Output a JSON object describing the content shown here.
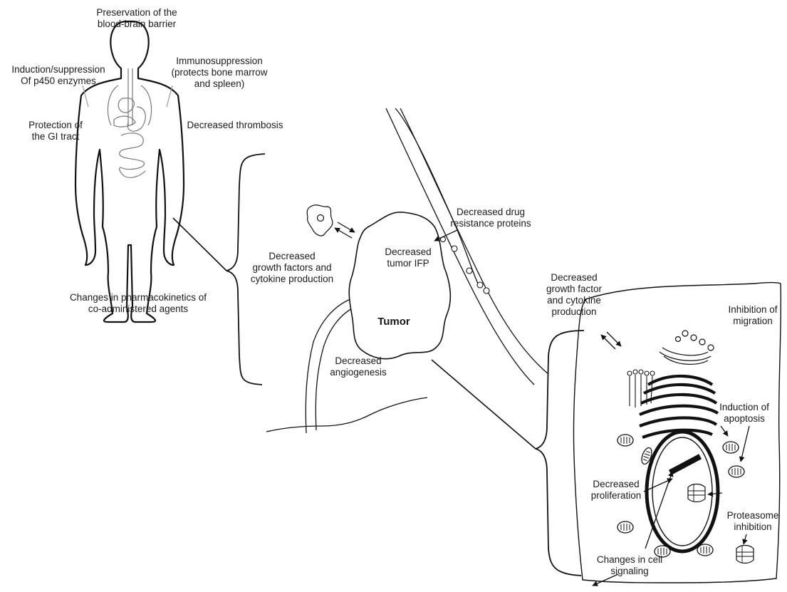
{
  "body_effects": {
    "bbb": "Preservation of the\nblood-brain barrier",
    "p450": "Induction/suppression\nOf p450 enzymes",
    "immuno": "Immunosuppression\n(protects bone marrow\nand spleen)",
    "gi": "Protection of\nthe GI tract",
    "thrombosis": "Decreased thrombosis",
    "pk": "Changes in pharmacokinetics of\nco-administered agents"
  },
  "tumor_effects": {
    "tumor": "Tumor",
    "growth_factors": "Decreased\ngrowth factors and\ncytokine production",
    "ifp": "Decreased\ntumor IFP",
    "drug_resistance": "Decreased drug\nresistance proteins",
    "angiogenesis": "Decreased\nangiogenesis"
  },
  "cell_effects": {
    "growth_factor": "Decreased\ngrowth factor\nand cytokine\nproduction",
    "migration": "Inhibition of\nmigration",
    "apoptosis": "Induction of\napoptosis",
    "proliferation": "Decreased\nproliferation",
    "proteasome": "Proteasome\ninhibition",
    "signaling": "Changes in cell\nsignaling"
  }
}
